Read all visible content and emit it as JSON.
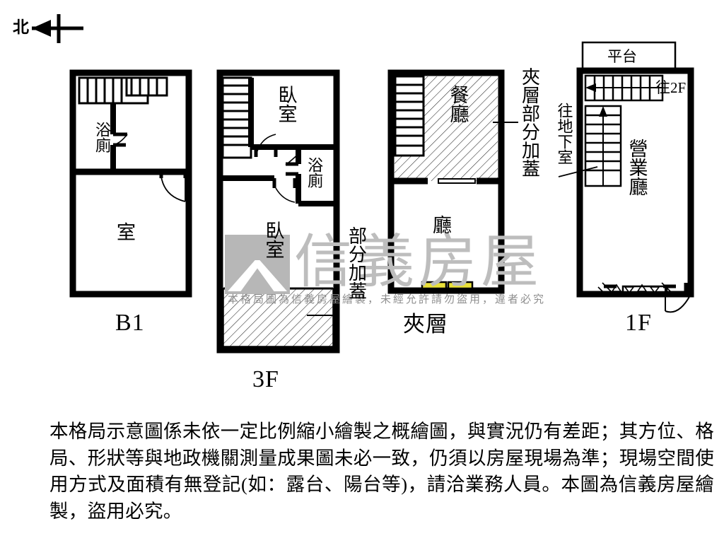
{
  "doc": {
    "kind": "floor-plan-sheet",
    "north_marker": {
      "label": "北"
    }
  },
  "colors": {
    "wall": "#000000",
    "paper": "#ffffff",
    "hatch": "#000000",
    "window_fill": "#e9e03a",
    "watermark": "#bdbdbd"
  },
  "floors": [
    {
      "id": "b1",
      "tag": "B1",
      "rooms": [
        {
          "name": "浴廁",
          "kind": "bathroom"
        },
        {
          "name": "室",
          "kind": "room"
        }
      ],
      "features": [
        "staircase",
        "door"
      ]
    },
    {
      "id": "f3",
      "tag": "3F",
      "rooms": [
        {
          "name": "臥室",
          "kind": "bedroom"
        },
        {
          "name": "浴廁",
          "kind": "bathroom"
        },
        {
          "name": "臥室",
          "kind": "bedroom"
        }
      ],
      "features": [
        "staircase",
        "doors",
        "hatched-area"
      ],
      "note": "部分加蓋"
    },
    {
      "id": "mezzanine",
      "tag": "夾層",
      "rooms": [
        {
          "name": "餐廳",
          "kind": "dining"
        },
        {
          "name": "廳",
          "kind": "living"
        }
      ],
      "features": [
        "staircase",
        "hatched-area",
        "windows"
      ],
      "note": "夾層部分加蓋"
    },
    {
      "id": "f1",
      "tag": "1F",
      "rooms": [
        {
          "name": "平台",
          "kind": "platform"
        },
        {
          "name": "營業廳",
          "kind": "shop-hall"
        }
      ],
      "features": [
        "stairs-up",
        "stairs-down",
        "storefront",
        "door"
      ],
      "callouts": [
        {
          "text": "往2F",
          "points_to": "upper-stairs"
        },
        {
          "text": "往地下室",
          "points_to": "lower-stairs"
        }
      ]
    }
  ],
  "watermark": {
    "brand": "信義房屋",
    "notice": "本格局圖為信義房屋繪製，未經允許請勿盜用，違者必究"
  },
  "disclaimer": "本格局示意圖係未依一定比例縮小繪製之概繪圖，與實況仍有差距；其方位、格局、形狀等與地政機關測量成果圖未必一致，仍須以房屋現場為準；現場空間使用方式及面積有無登記(如：露台、陽台等)，請洽業務人員。本圖為信義房屋繪製，盜用必究。"
}
